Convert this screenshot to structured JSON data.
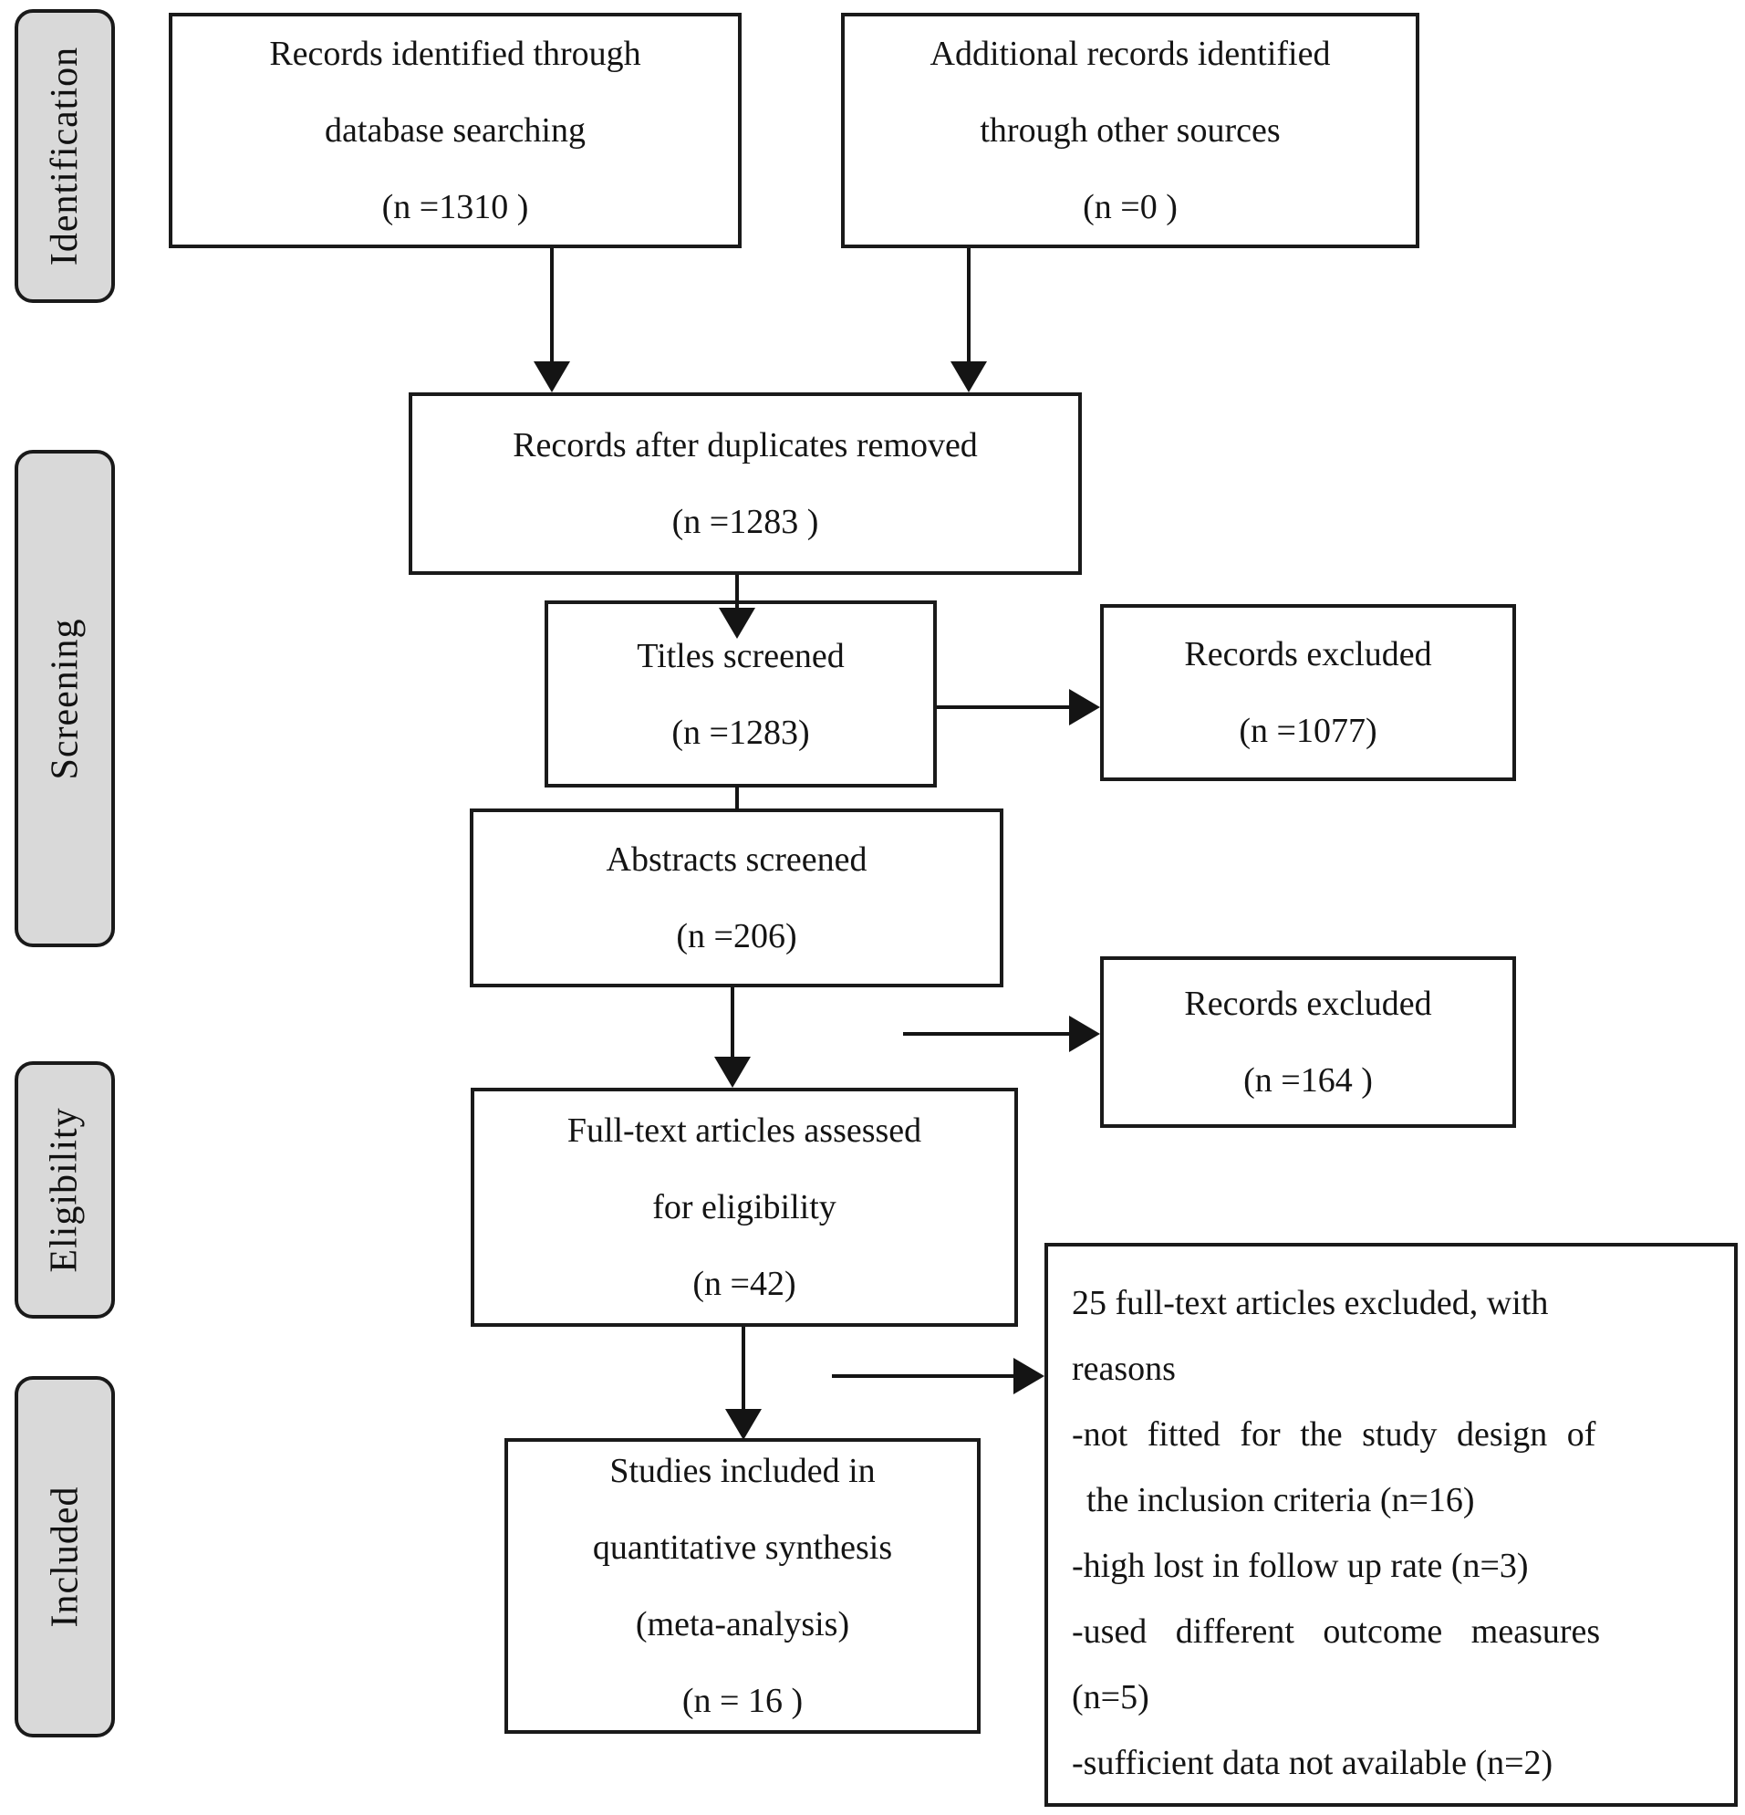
{
  "diagram_type": "PRISMA flow diagram",
  "stages": {
    "identification": "Identification",
    "screening": "Screening",
    "eligibility": "Eligibility",
    "included": "Included"
  },
  "boxes": {
    "records_identified": {
      "lines": [
        "Records identified through",
        "database searching",
        "(n =1310 )"
      ]
    },
    "additional_records": {
      "lines": [
        "Additional records identified",
        "through other sources",
        "(n =0 )"
      ]
    },
    "after_duplicates": {
      "lines": [
        "Records after duplicates removed",
        "(n =1283 )"
      ]
    },
    "titles_screened": {
      "lines": [
        "Titles screened",
        "(n =1283)"
      ]
    },
    "excluded_titles": {
      "lines": [
        "Records excluded",
        "(n =1077)"
      ]
    },
    "abstracts_screened": {
      "lines": [
        "Abstracts screened",
        "(n =206)"
      ]
    },
    "excluded_abstracts": {
      "lines": [
        "Records excluded",
        "(n =164 )"
      ]
    },
    "fulltext_assessed": {
      "lines": [
        "Full-text articles assessed",
        "for eligibility",
        "(n =42)"
      ]
    },
    "studies_included": {
      "lines": [
        "Studies included in",
        "quantitative synthesis",
        "(meta-analysis)",
        "(n = 16 )"
      ]
    },
    "fulltext_excluded": {
      "lines": [
        "25 full-text articles excluded, with",
        "reasons",
        "-not fitted for the study design of",
        "the inclusion criteria (n=16)",
        "-high lost in follow up rate (n=3)",
        "-used different outcome measures",
        "(n=5)",
        "-sufficient data not available (n=2)"
      ]
    }
  },
  "colors": {
    "stage_fill": "#d9d9d9",
    "line": "#141414",
    "box_fill": "#ffffff"
  }
}
